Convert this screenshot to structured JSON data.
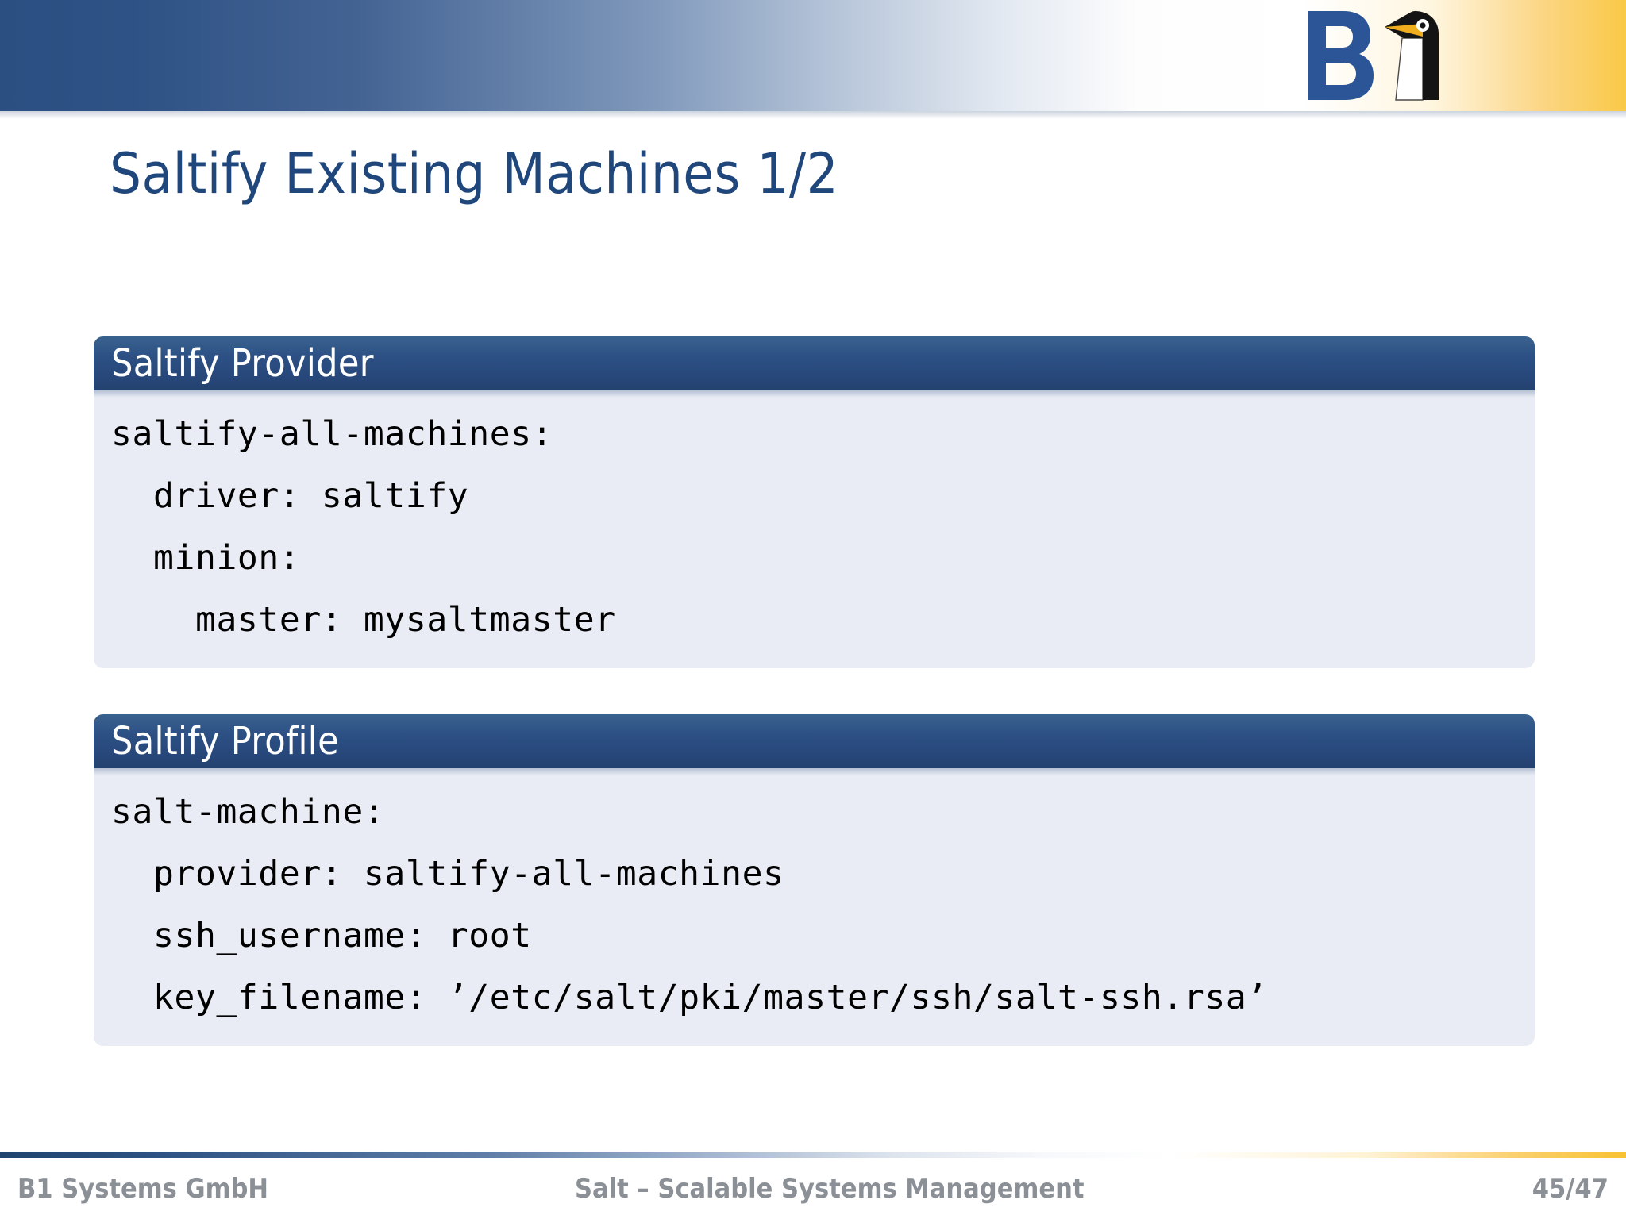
{
  "slide": {
    "title": "Saltify Existing Machines 1/2",
    "page_number": "45/47"
  },
  "logo": {
    "letter": "B",
    "icon_name": "b1-penguin-logo",
    "blue": "#2b5596",
    "beak": "#f0ad1e",
    "body": "#111111"
  },
  "blocks": [
    {
      "title": "Saltify Provider",
      "lines": [
        "saltify-all-machines:",
        "  driver: saltify",
        "  minion:",
        "    master: mysaltmaster"
      ]
    },
    {
      "title": "Saltify Profile",
      "lines": [
        "salt-machine:",
        "  provider: saltify-all-machines",
        "  ssh_username: root",
        "  key_filename: ’/etc/salt/pki/master/ssh/salt-ssh.rsa’"
      ]
    }
  ],
  "footer": {
    "left": "B1 Systems GmbH",
    "center": "Salt – Scalable Systems Management",
    "right": "45/47"
  },
  "colors": {
    "header_blue": "#2c4f82",
    "header_gold": "#f9c947",
    "title_blue": "#20477c",
    "block_header_blue": "#27477a",
    "block_body_bg": "#e9ecf4",
    "footer_text": "#8b8f96"
  }
}
